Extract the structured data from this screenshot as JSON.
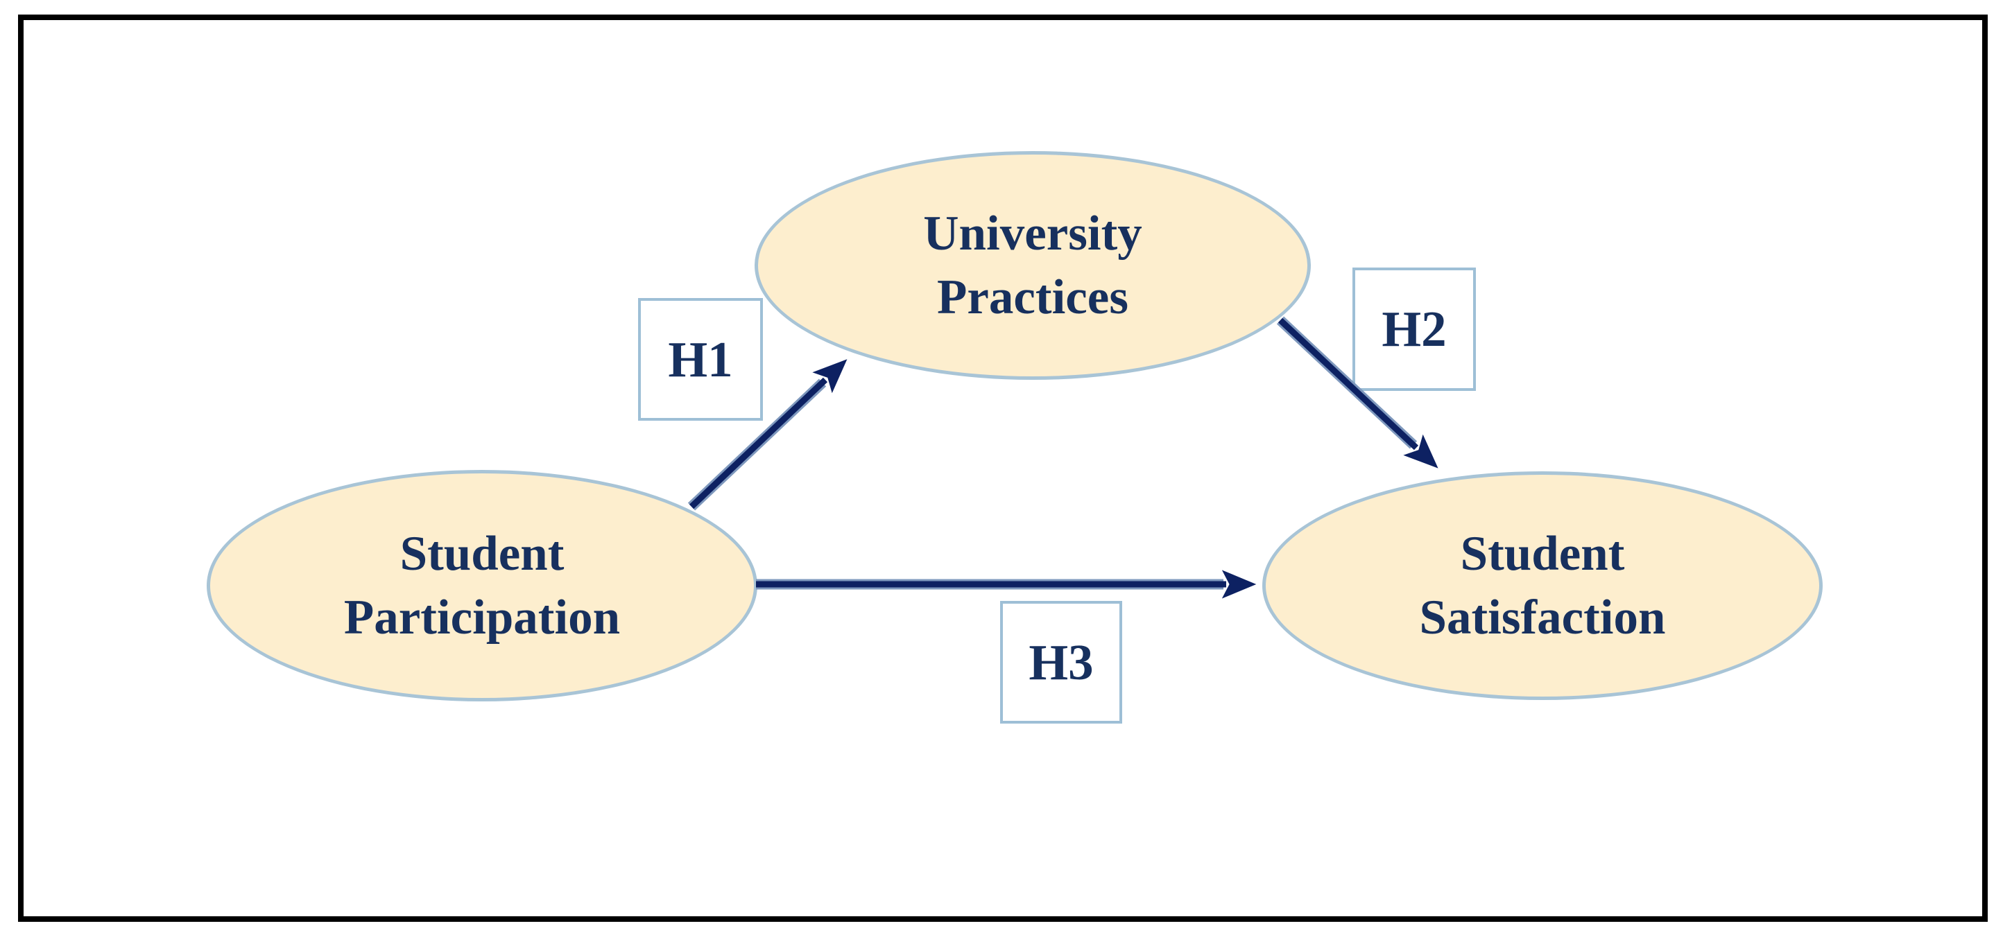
{
  "diagram": {
    "type": "hypothesis-model",
    "nodes": [
      {
        "id": "student-participation",
        "label": "Student Participation",
        "line1": "Student",
        "line2": "Participation",
        "shape": "ellipse"
      },
      {
        "id": "university-practices",
        "label": "University Practices",
        "line1": "University",
        "line2": "Practices",
        "shape": "ellipse"
      },
      {
        "id": "student-satisfaction",
        "label": "Student Satisfaction",
        "line1": "Student",
        "line2": "Satisfaction",
        "shape": "ellipse"
      }
    ],
    "edges": [
      {
        "label": "H1",
        "from": "student-participation",
        "to": "university-practices"
      },
      {
        "label": "H2",
        "from": "university-practices",
        "to": "student-satisfaction"
      },
      {
        "label": "H3",
        "from": "student-participation",
        "to": "student-satisfaction"
      }
    ],
    "colors": {
      "node_fill": "#FDEECE",
      "node_border": "#A8C4D6",
      "text": "#17305E",
      "arrow_core": "#0D2162",
      "arrow_halo": "#7E98BD",
      "hypothesis_box_border": "#9EBFD6",
      "frame_border": "#000000",
      "background": "#FFFFFF"
    }
  }
}
